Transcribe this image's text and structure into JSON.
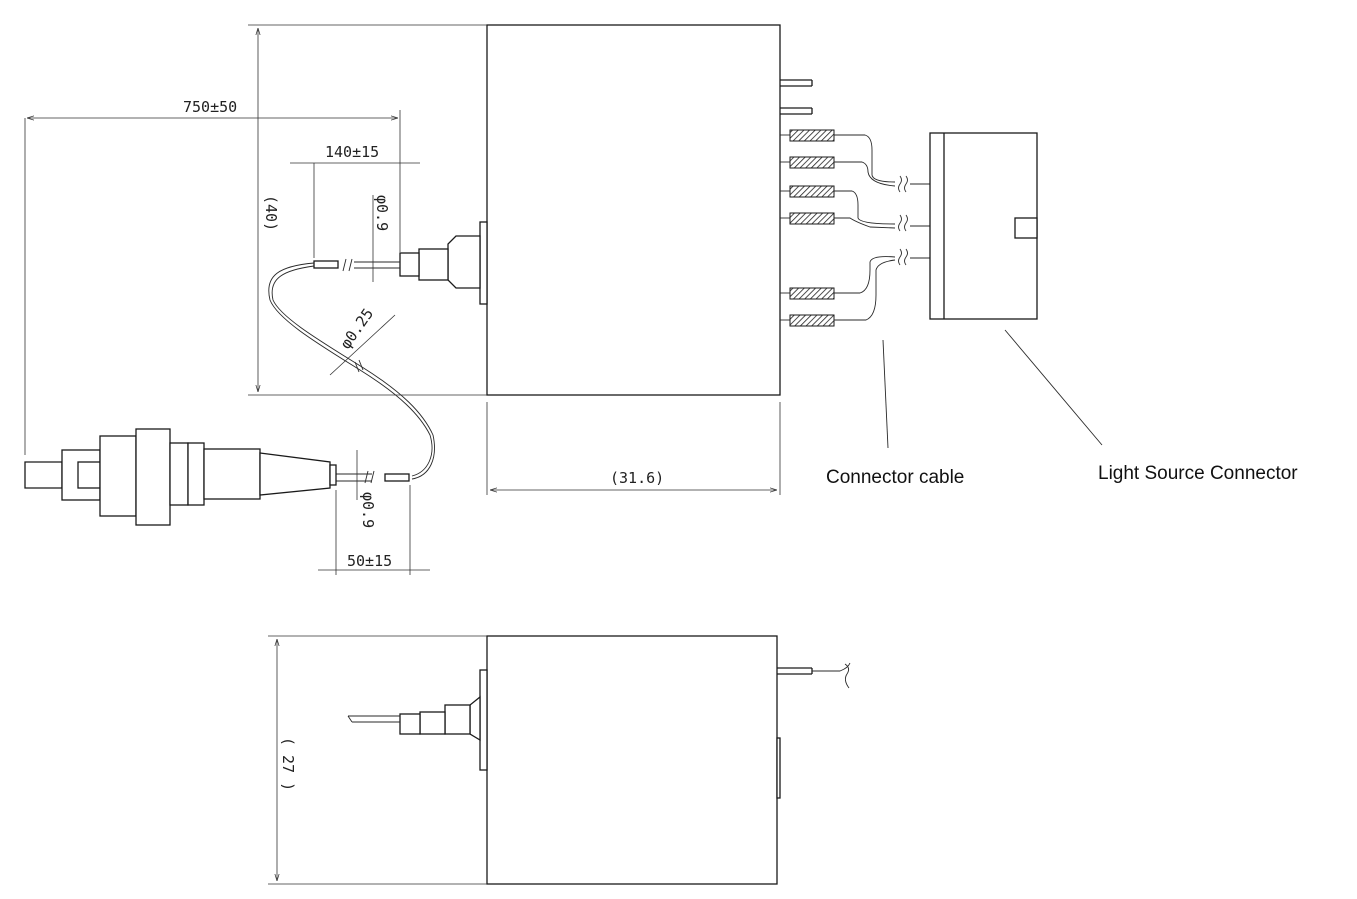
{
  "dimensions": {
    "cable_length": "750±50",
    "pigtail_length_top": "140±15",
    "pigtail_length_bottom": "50±15",
    "height_top_view": "(40)",
    "width_top_view": "(31.6)",
    "height_side_view": "( 27 )",
    "dia_top": "φ0.9",
    "dia_bottom": "φ0.9",
    "dia_fiber": "φ0.25"
  },
  "labels": {
    "connector_cable": "Connector cable",
    "light_source_connector": "Light Source Connector"
  }
}
